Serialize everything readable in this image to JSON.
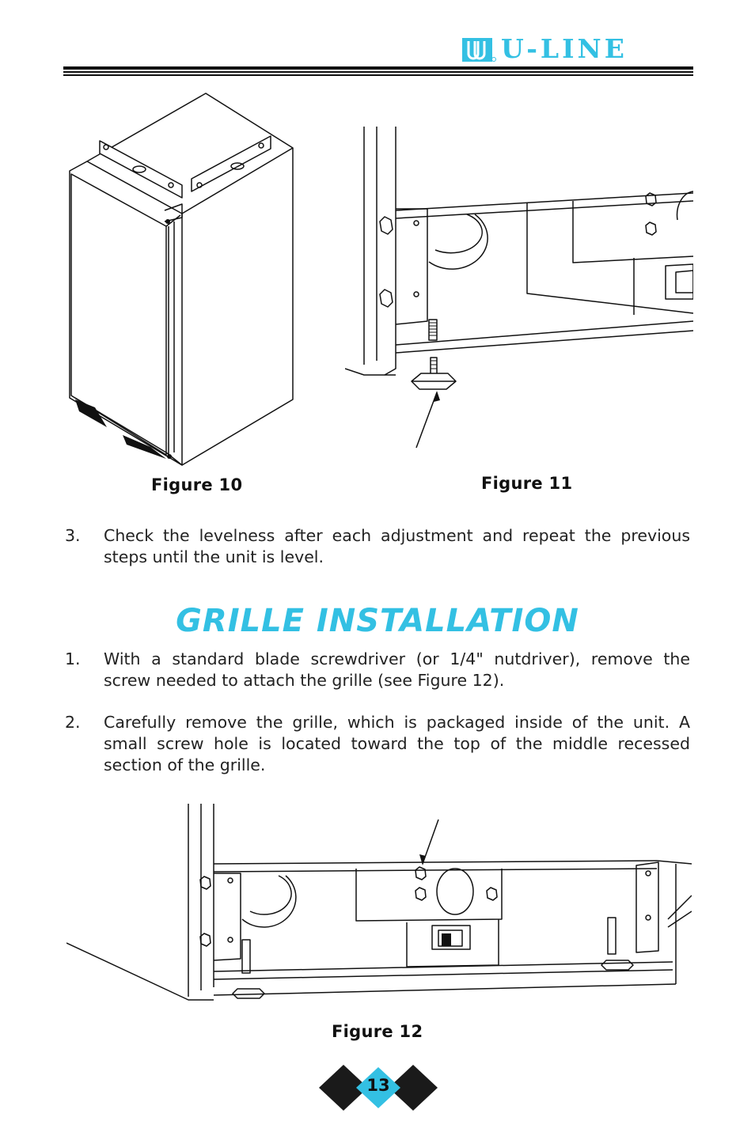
{
  "header": {
    "brand": "U-LINE",
    "accent_color": "#33c0e3"
  },
  "figures": {
    "fig10_caption": "Figure 10",
    "fig11_caption": "Figure 11",
    "fig12_caption": "Figure 12"
  },
  "steps_before": [
    {
      "num": "3.",
      "text": "Check the levelness after each adjustment and repeat the previous steps until the unit is level."
    }
  ],
  "section": {
    "title": "GRILLE INSTALLATION",
    "steps": [
      {
        "num": "1.",
        "text": "With a standard blade screwdriver (or 1/4\" nutdriver), remove the screw needed to attach the grille (see Figure 12)."
      },
      {
        "num": "2.",
        "text": "Carefully remove the grille, which is packaged inside of the unit.  A small screw hole is located toward the top of the middle recessed section of the grille."
      }
    ]
  },
  "footer": {
    "page_number": "13"
  }
}
